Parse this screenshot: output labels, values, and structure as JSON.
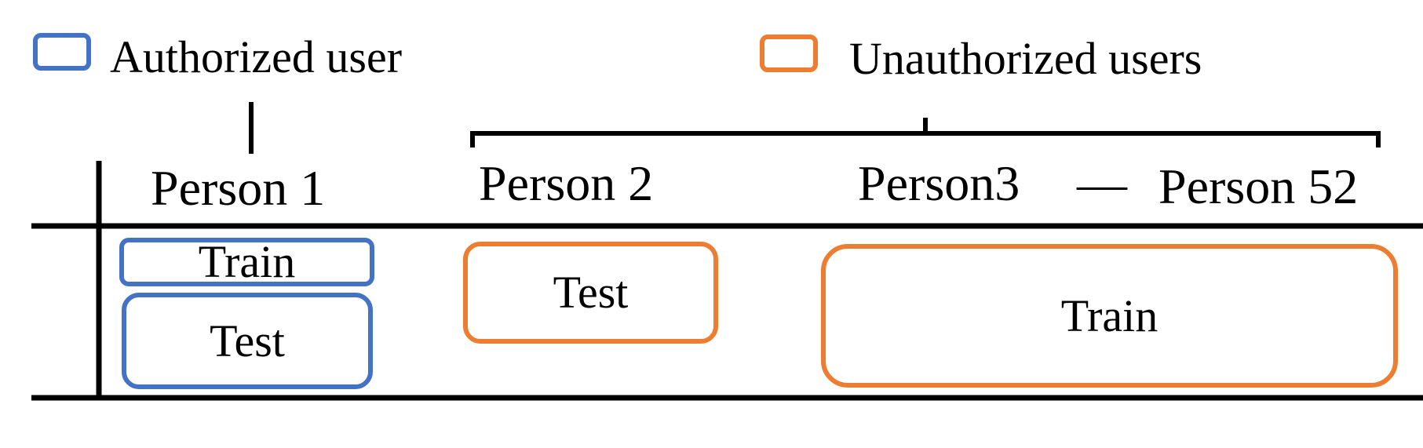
{
  "legend": {
    "authorized": {
      "label": "Authorized user",
      "color": "#4472C4"
    },
    "unauthorized": {
      "label": "Unauthorized users",
      "color": "#ED7D31"
    }
  },
  "columns": {
    "person1": "Person 1",
    "person2": "Person 2",
    "person3": "Person3",
    "dash": "—",
    "person52": "Person 52"
  },
  "boxes": {
    "p1_train": "Train",
    "p1_test": "Test",
    "p2_test": "Test",
    "p3_52_train": "Train"
  }
}
